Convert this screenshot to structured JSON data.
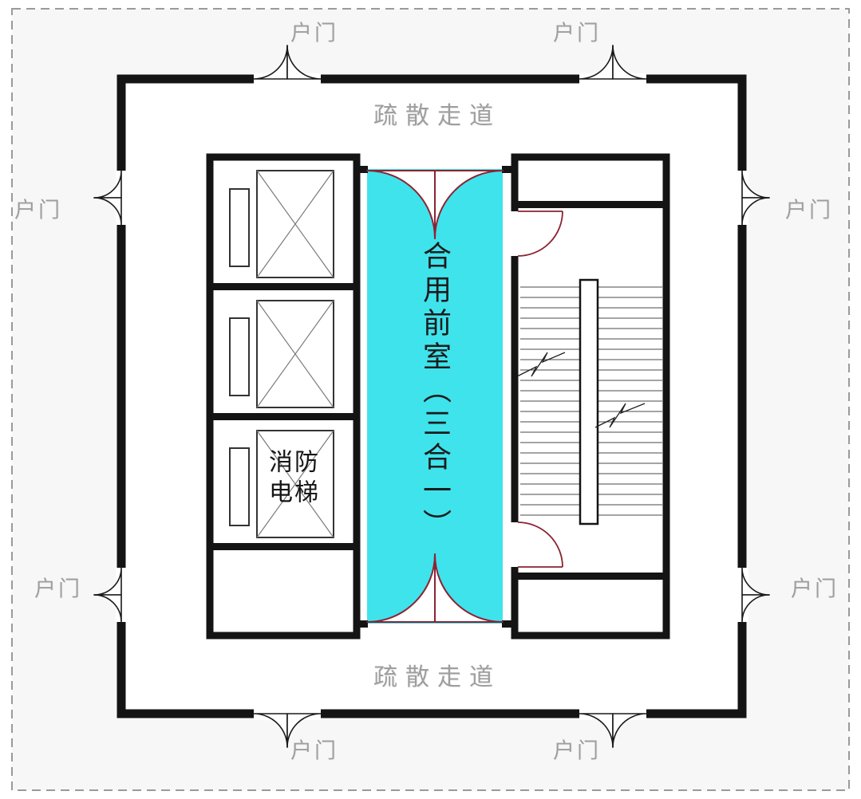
{
  "labels": {
    "unit_door": "户门",
    "evacuation_corridor": "疏散走道",
    "shared_front_room": "合用前室（三合一）",
    "fire_elevator_line1": "消防",
    "fire_elevator_line2": "电梯"
  },
  "colors": {
    "shared_front_room_fill": "#3fe3ec",
    "door_swing_arc": "#8b2433",
    "wall": "#141414",
    "label_text": "#9e9e9e",
    "background": "#f7f7f7"
  }
}
